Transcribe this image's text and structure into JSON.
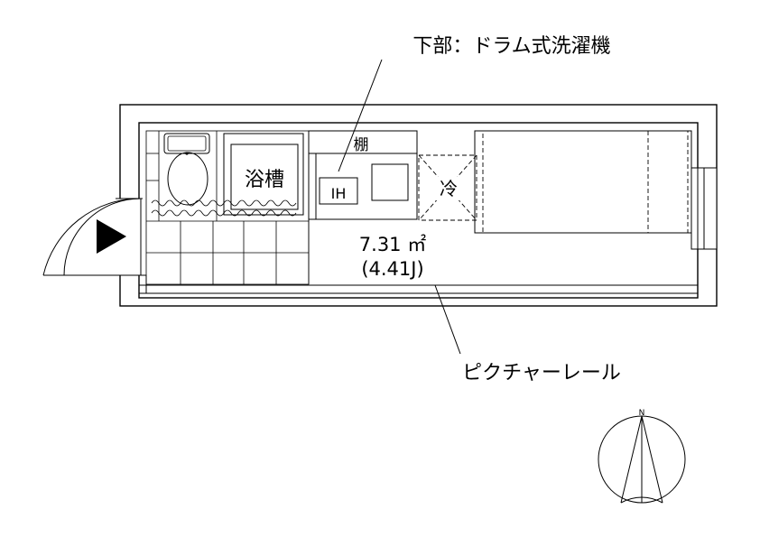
{
  "labels": {
    "washer_note": "下部：ドラム式洗濯機",
    "shelf": "棚",
    "bathtub": "浴槽",
    "ih": "IH",
    "fridge": "冷",
    "area_sqm": "7.31 ㎡",
    "area_jo": "(4.41J)",
    "picture_rail": "ピクチャーレール",
    "north": "N"
  }
}
